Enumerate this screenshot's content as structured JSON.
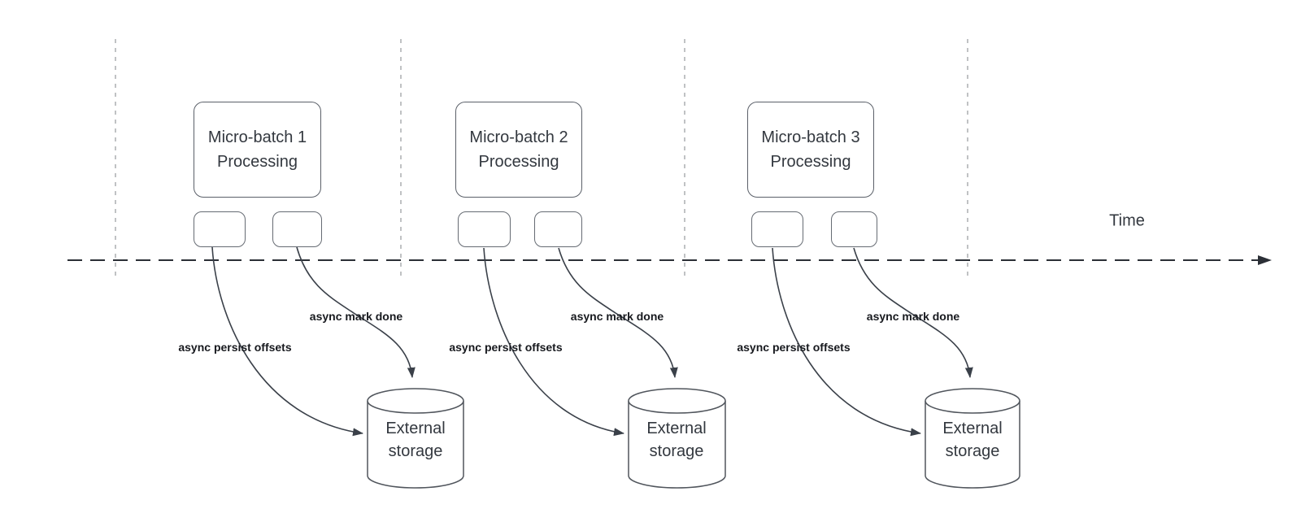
{
  "diagram": {
    "time_label": "Time",
    "groups": [
      {
        "batch_title_line1": "Micro-batch 1",
        "batch_title_line2": "Processing",
        "persist_label": "async persist offsets",
        "mark_done_label": "async mark done",
        "storage_line1": "External",
        "storage_line2": "storage"
      },
      {
        "batch_title_line1": "Micro-batch 2",
        "batch_title_line2": "Processing",
        "persist_label": "async persist offsets",
        "mark_done_label": "async mark done",
        "storage_line1": "External",
        "storage_line2": "storage"
      },
      {
        "batch_title_line1": "Micro-batch 3",
        "batch_title_line2": "Processing",
        "persist_label": "async persist offsets",
        "mark_done_label": "async mark done",
        "storage_line1": "External",
        "storage_line2": "storage"
      }
    ],
    "colors": {
      "arrow_line": "#3a4049",
      "timeline": "#2b2f36",
      "guide_line": "#b0b3b6",
      "box_border": "#5b6069",
      "box_text": "#33383f",
      "edge_label_text": "#17191e",
      "background": "#ffffff"
    }
  }
}
